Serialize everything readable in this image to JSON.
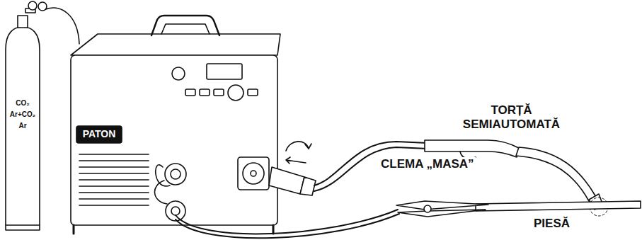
{
  "diagram": {
    "labels": [
      "CO₂",
      "Ar+CO₂",
      "Ar",
      "PATON",
      "TORȚĂ SEMIAUTOMATĂ",
      "CLEMA „MASA”",
      "PIESĂ"
    ]
  }
}
